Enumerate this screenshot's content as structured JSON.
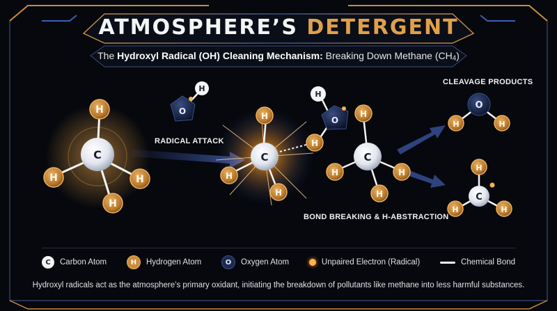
{
  "title": {
    "part1": "ATMOSPHERE’S",
    "part2": "DETERGENT"
  },
  "subtitle": {
    "prefix": "The",
    "bold": "Hydroxyl Radical (OH) Cleaning Mechanism:",
    "rest": "Breaking Down Methane (CH",
    "sub": "4",
    "close": ")"
  },
  "labels": {
    "radical_attack": "RADICAL ATTACK",
    "cleavage_products": "CLEAVAGE PRODUCTS",
    "bond_breaking": "BOND BREAKING & H-ABSTRACTION"
  },
  "atoms": {
    "carbon": "C",
    "hydrogen": "H",
    "oxygen": "O"
  },
  "legend": [
    {
      "symbol": "C",
      "kind": "carbon",
      "label": "Carbon Atom"
    },
    {
      "symbol": "H",
      "kind": "hydrogen",
      "label": "Hydrogen Atom"
    },
    {
      "symbol": "O",
      "kind": "oxygen",
      "label": "Oxygen Atom"
    },
    {
      "symbol": "",
      "kind": "electron",
      "label": "Unpaired Electron (Radical)"
    },
    {
      "symbol": "",
      "kind": "bond",
      "label": "Chemical Bond"
    }
  ],
  "caption": "Hydroxyl radicals act as the atmosphere’s primary oxidant, initiating the breakdown of pollutants like methane into less harmful substances.",
  "colors": {
    "background": "#06080d",
    "accent_gold": "#e0a04a",
    "hydrogen": "#c98d3d",
    "carbon": "#f3f3f3",
    "oxygen": "#1d2a4b",
    "arrow_blue": "#2d3f73",
    "electron": "#ffb14d"
  }
}
